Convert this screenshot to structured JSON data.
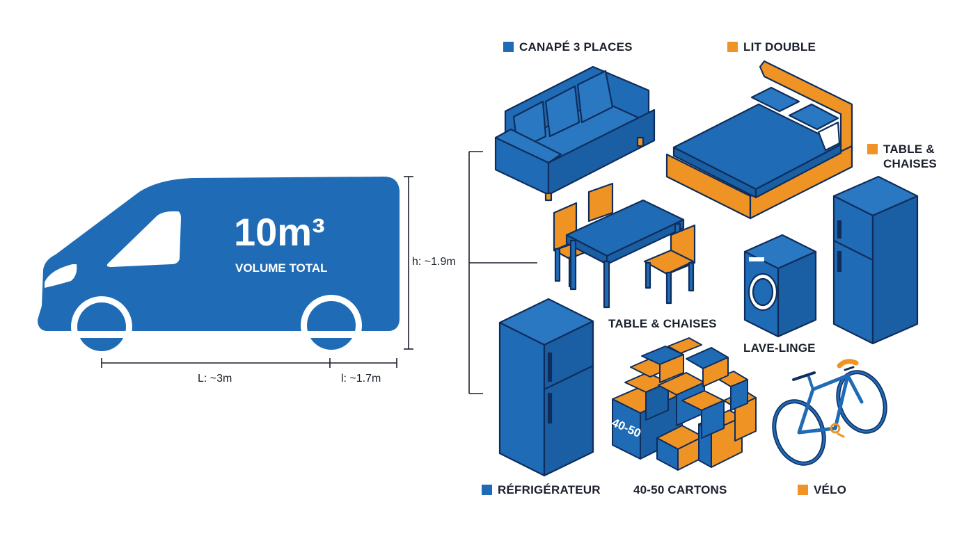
{
  "van": {
    "volume": "10m³",
    "volume_caption": "VOLUME TOTAL",
    "length": "L: ~3m",
    "width": "l: ~1.7m",
    "height": "h: ~1.9m"
  },
  "items": {
    "sofa": "CANAPÉ 3 PLACES",
    "bed": "LIT DOUBLE",
    "table_legend": "TABLE & CHAISES",
    "table_caption": "TABLE & CHAISES",
    "washer": "LAVE-LINGE",
    "fridge": "RÉFRIGÉRATEUR",
    "boxes": "40-50 CARTONS",
    "boxes_badge": "40-50",
    "bike": "VÉLO"
  },
  "colors": {
    "blue": "#1f6bb5",
    "orange": "#ef9424",
    "outline": "#0f2d5c"
  }
}
